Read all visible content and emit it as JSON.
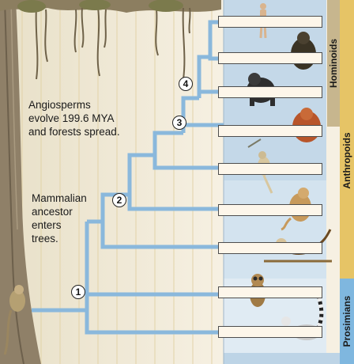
{
  "annotations": {
    "angiosperms": [
      "Angiosperms",
      "evolve 199.6 MYA",
      "and forests spread."
    ],
    "mammalian": [
      "Mammalian",
      "ancestor",
      "enters",
      "trees."
    ]
  },
  "nodes": [
    "1",
    "2",
    "3",
    "4"
  ],
  "groups": {
    "hominoids": "Hominoids",
    "anthropoids": "Anthropoids",
    "prosimians": "Prosimians"
  },
  "tips": [
    {
      "name": "human-figure",
      "label": ""
    },
    {
      "name": "chimpanzee-figure",
      "label": ""
    },
    {
      "name": "gorilla-figure",
      "label": ""
    },
    {
      "name": "orangutan-figure",
      "label": ""
    },
    {
      "name": "gibbon-figure",
      "label": ""
    },
    {
      "name": "old-world-monkey-figure",
      "label": ""
    },
    {
      "name": "new-world-monkey-figure",
      "label": ""
    },
    {
      "name": "tarsier-figure",
      "label": ""
    },
    {
      "name": "lemur-figure",
      "label": ""
    }
  ],
  "colors": {
    "tree_branch": "#8ab8dc",
    "anthropoid_panel": "#d3e3ef",
    "prosimian_panel": "#e0ebf3",
    "hominoid_label_bg": "#c7b68e",
    "anthropoid_label_bg": "#e6c466",
    "prosimian_label_bg": "#7fb7df",
    "background": "#f6f0e2"
  }
}
